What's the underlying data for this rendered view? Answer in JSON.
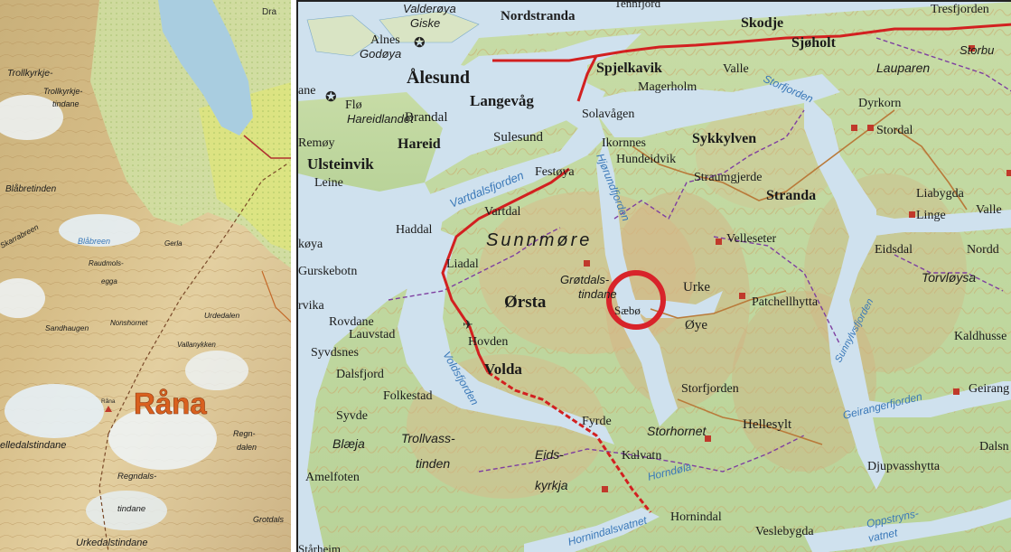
{
  "inset": {
    "highlight_label": "Råna",
    "highlight_color": "#d9601f",
    "labels": [
      "Trollkyrkje-",
      "Trollkyrkje-",
      "tindane",
      "Blåbretinden",
      "Skarrabreen",
      "Blåbreen",
      "Raudmols-",
      "egga",
      "Gerla",
      "Sandhaugen",
      "Nonshornet",
      "Vallanykken",
      "Urdedalen",
      "Råna",
      "elledalstindane",
      "Regndals-",
      "tindane",
      "Regn-",
      "dalen",
      "Urkedalstindane",
      "Grotdals",
      "Dra"
    ]
  },
  "overview": {
    "towns_bold": [
      "Ålesund",
      "Langevåg",
      "Ulsteinvik",
      "Hareid",
      "Spjelkavik",
      "Sykkylven",
      "Stranda",
      "Ørsta",
      "Volda",
      "Skodje",
      "Sjøholt",
      "Nordstranda"
    ],
    "places": [
      "Valderøya",
      "Giske",
      "Alnes",
      "Godøya",
      "Flø",
      "Hareidlandet",
      "Brandal",
      "Remøy",
      "Leine",
      "Sulesund",
      "Solavågen",
      "Magerholm",
      "Valle",
      "Ikornnes",
      "Hundeidvik",
      "Straumgjerde",
      "Festøya",
      "Vartdal",
      "Haddal",
      "Liadal",
      "Rovdane",
      "Lauvstad",
      "Syvdsnes",
      "Dalsfjord",
      "Folkestad",
      "Syvde",
      "Hovden",
      "Urke",
      "Øye",
      "Sæbø",
      "Patchellhytta",
      "Velleseter",
      "Storfjorden",
      "Hellesylt",
      "Fyrde",
      "Kalvatn",
      "Hornindal",
      "Veslebygda",
      "Djupvasshytta",
      "Liabygda",
      "Linge",
      "Eidsdal",
      "Nordd",
      "Kaldhusse",
      "Geirang",
      "Dalsn",
      "Dyrkorn",
      "Stordal",
      "Storbu",
      "Lauparen",
      "Tresfjorden",
      "Tennfjord",
      "Gurskebotn",
      "rvika",
      "køya",
      "ane",
      "Valle",
      "Amelfoten",
      "Stårheim",
      "Blæja"
    ],
    "region": "Sunnmøre",
    "mountains": [
      "Grøtdals-",
      "tindane",
      "Trollvass-",
      "tinden",
      "Eids-",
      "kyrkja",
      "Storhornet",
      "Torvløysa"
    ],
    "water": [
      "Vartdalsfjorden",
      "Hjørundfjorden",
      "Voldsfjorden",
      "Storfjorden",
      "Sunnylvsfjorden",
      "Geirangerfjorden",
      "Horndøla",
      "Oppstryns-",
      "vatnet",
      "Hornindalsvatnet"
    ],
    "marker_color": "#d8232a"
  }
}
